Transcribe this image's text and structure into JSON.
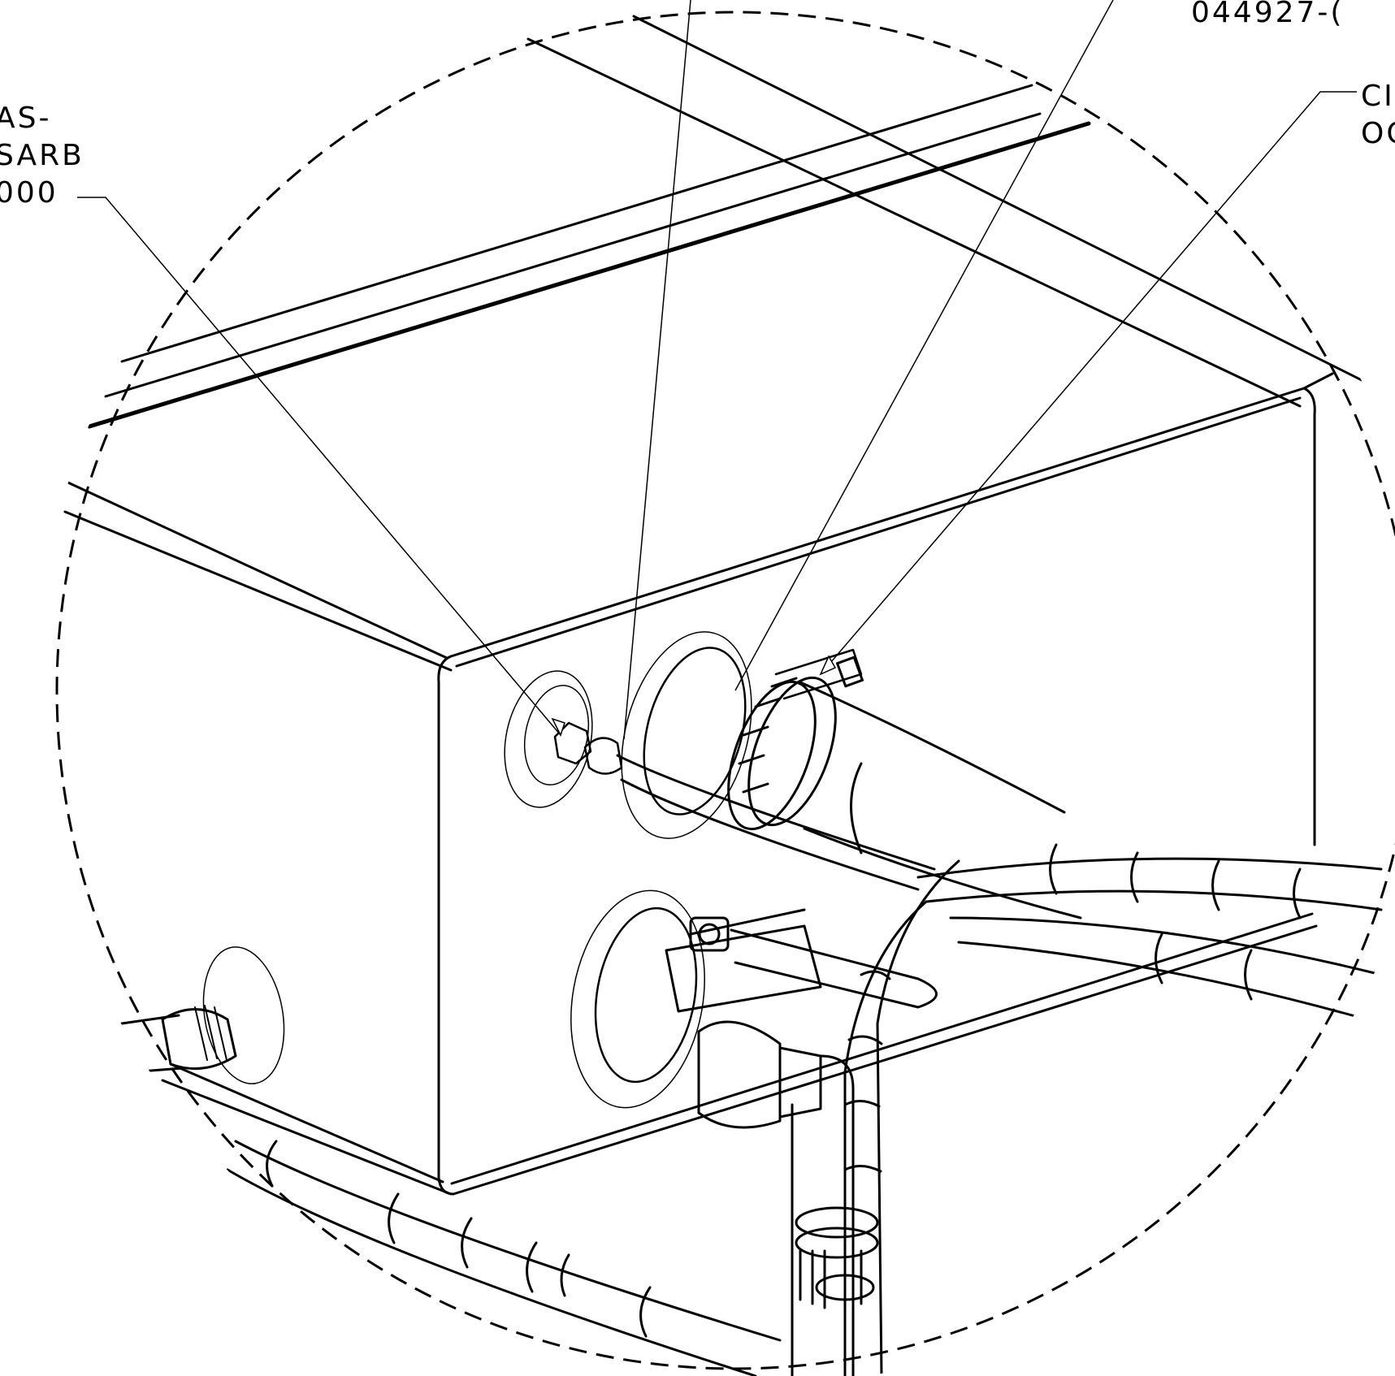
{
  "callouts": {
    "left": {
      "lines": [
        "AS-",
        "SARB",
        "000"
      ]
    },
    "top_right": {
      "lines": [
        "044927-("
      ]
    },
    "right": {
      "lines": [
        "CI",
        "OC"
      ]
    }
  },
  "colors": {
    "ink": "#000000",
    "paper": "#ffffff"
  }
}
